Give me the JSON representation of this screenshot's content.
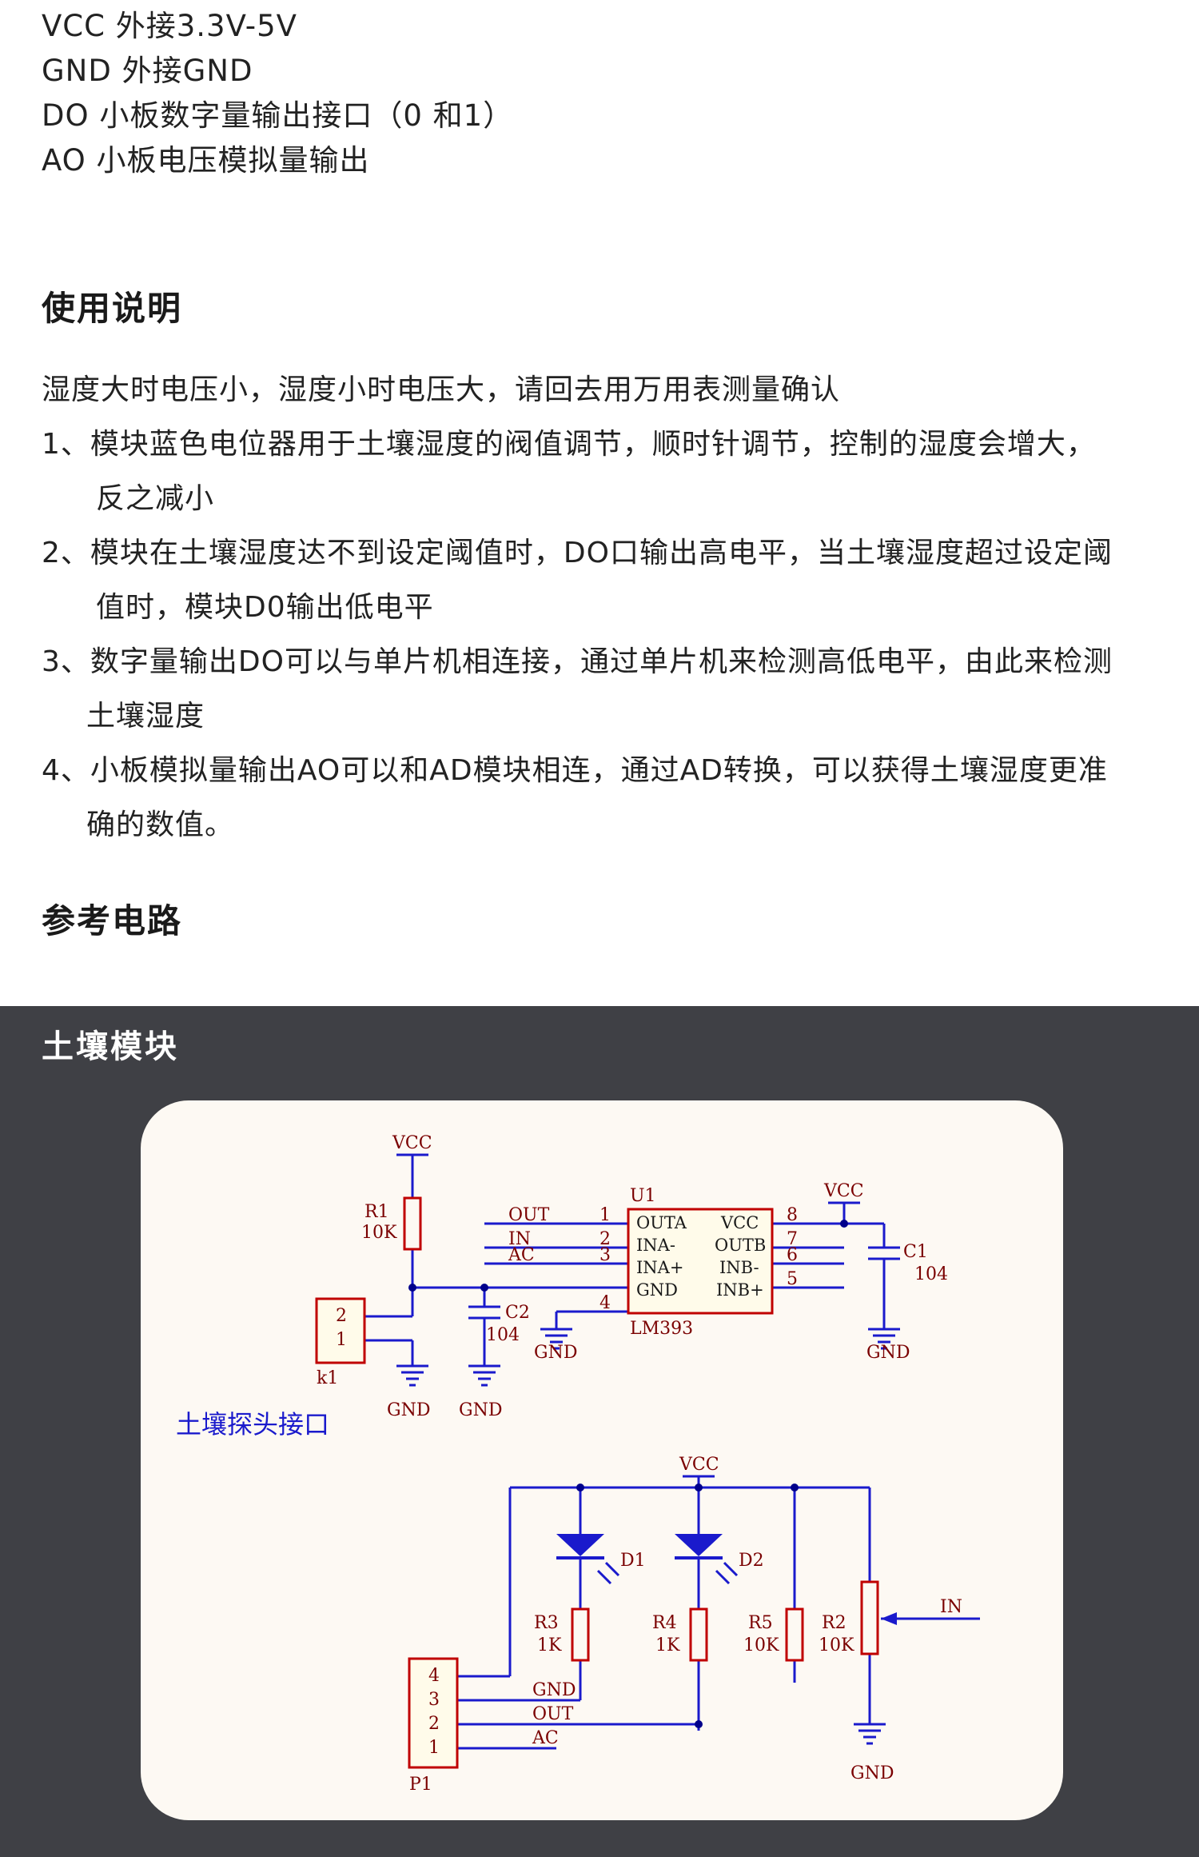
{
  "pins": [
    "VCC 外接3.3V-5V",
    "GND 外接GND",
    "DO 小板数字量输出接口（0 和1）",
    "AO 小板电压模拟量输出"
  ],
  "usage": {
    "heading": "使用说明",
    "intro": "湿度大时电压小，湿度小时电压大，请回去用万用表测量确认",
    "items": [
      {
        "line1": "1、模块蓝色电位器用于土壤湿度的阀值调节，顺时针调节，控制的湿度会增大，",
        "line2": "反之减小"
      },
      {
        "line1": "2、模块在土壤湿度达不到设定阈值时，DO口输出高电平，当土壤湿度超过设定阈",
        "line2": "值时，模块D0输出低电平"
      },
      {
        "line1": "3、数字量输出DO可以与单片机相连接，通过单片机来检测高低电平，由此来检测",
        "line2": "土壤湿度"
      },
      {
        "line1": "4、小板模拟量输出AO可以和AD模块相连，通过AD转换，可以获得土壤湿度更准",
        "line2": "确的数值。"
      }
    ]
  },
  "reference": {
    "heading": "参考电路"
  },
  "panel": {
    "title": "土壤模块"
  },
  "circuit": {
    "probe_label": "土壤探头接口",
    "vcc": "VCC",
    "gnd": "GND",
    "r1": "R1",
    "r1_val": "10K",
    "k1": "k1",
    "k1_pin2": "2",
    "k1_pin1": "1",
    "c2": "C2",
    "c2_val": "104",
    "u1": "U1",
    "u1_part": "LM393",
    "u1_left": [
      "OUTA",
      "INA-",
      "INA+",
      "GND"
    ],
    "u1_right": [
      "VCC",
      "OUTB",
      "INB-",
      "INB+"
    ],
    "u1_pins_left": [
      "1",
      "2",
      "3",
      "4"
    ],
    "u1_pins_right": [
      "8",
      "7",
      "6",
      "5"
    ],
    "net_out": "OUT",
    "net_in": "IN",
    "net_ac": "AC",
    "c1": "C1",
    "c1_val": "104",
    "d1": "D1",
    "d2": "D2",
    "r3": "R3",
    "r3_val": "1K",
    "r4": "R4",
    "r4_val": "1K",
    "r5": "R5",
    "r5_val": "10K",
    "r2": "R2",
    "r2_val": "10K",
    "p1": "P1",
    "p1_pins": [
      "4",
      "3",
      "2",
      "1"
    ],
    "p1_nets": [
      "GND",
      "OUT",
      "AC"
    ],
    "colors": {
      "wire": "#1a1acc",
      "component": "#c00000",
      "text": "#7a0000",
      "dot": "#00008b"
    }
  }
}
